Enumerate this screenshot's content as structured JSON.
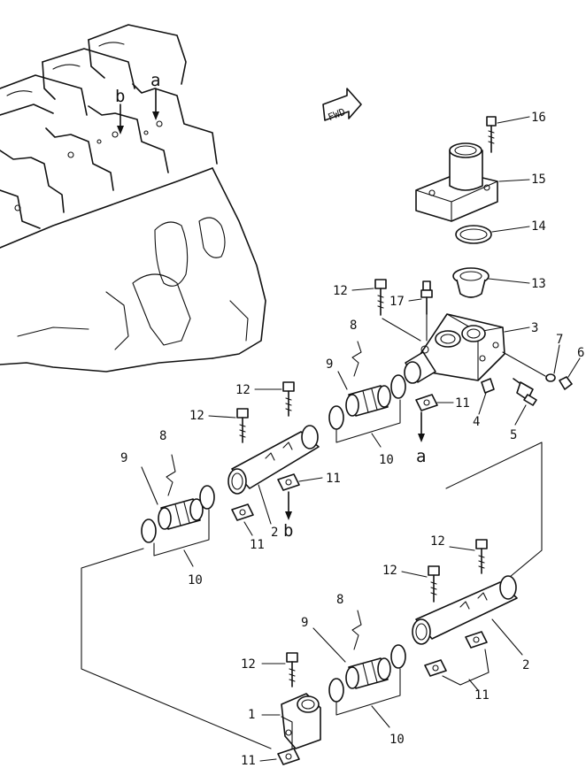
{
  "diagram": {
    "forward_marker": "FWD",
    "callouts": {
      "n1": "1",
      "n2a": "2",
      "n2b": "2",
      "n3": "3",
      "n4": "4",
      "n5": "5",
      "n6": "6",
      "n7": "7",
      "n8a": "8",
      "n8b": "8",
      "n8c": "8",
      "n9a": "9",
      "n9b": "9",
      "n9c": "9",
      "n10a": "10",
      "n10b": "10",
      "n10c": "10",
      "n11a": "11",
      "n11b": "11",
      "n11c": "11",
      "n11d": "11",
      "n11e": "11",
      "n12a": "12",
      "n12b": "12",
      "n12c": "12",
      "n12d": "12",
      "n12e": "12",
      "n12f": "12",
      "n13": "13",
      "n14": "14",
      "n15": "15",
      "n16": "16",
      "n17": "17",
      "ref_a_engine": "a",
      "ref_b_engine": "b",
      "ref_a": "a",
      "ref_b": "b"
    }
  }
}
